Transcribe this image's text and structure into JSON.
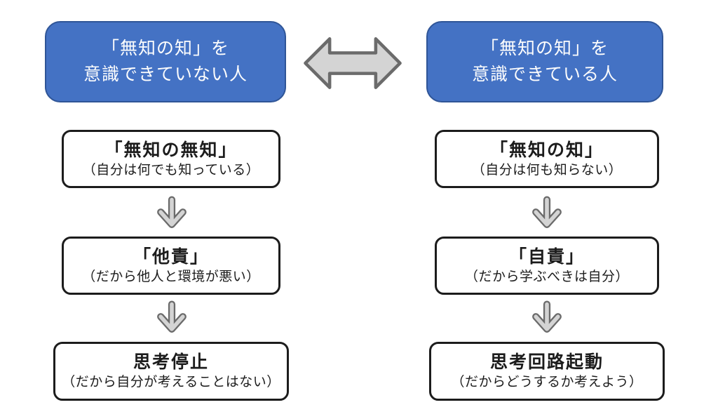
{
  "diagram": {
    "header": {
      "left": {
        "line1": "「無知の知」を",
        "line2": "意識できていない人"
      },
      "right": {
        "line1": "「無知の知」を",
        "line2": "意識できている人"
      }
    },
    "left_column": {
      "boxes": [
        {
          "title": "「無知の無知」",
          "subtitle": "（自分は何でも知っている）"
        },
        {
          "title": "「他責」",
          "subtitle": "（だから他人と環境が悪い）"
        },
        {
          "title": "思考停止",
          "subtitle": "（だから自分が考えることはない）"
        }
      ]
    },
    "right_column": {
      "boxes": [
        {
          "title": "「無知の知」",
          "subtitle": "（自分は何も知らない）"
        },
        {
          "title": "「自責」",
          "subtitle": "（だから学ぶべきは自分）"
        },
        {
          "title": "思考回路起動",
          "subtitle": "（だからどうするか考えよう）"
        }
      ]
    },
    "icons": {
      "double_arrow": "left-right-arrow",
      "down_arrow": "down-arrow"
    },
    "colors": {
      "header_fill": "#4472c4",
      "header_border": "#2f5597",
      "header_text": "#ffffff",
      "box_border": "#1c1c1c",
      "box_fill": "#ffffff",
      "arrow_fill": "#d4d4d4",
      "arrow_outline": "#6b6b6b",
      "background": "#ffffff"
    }
  }
}
